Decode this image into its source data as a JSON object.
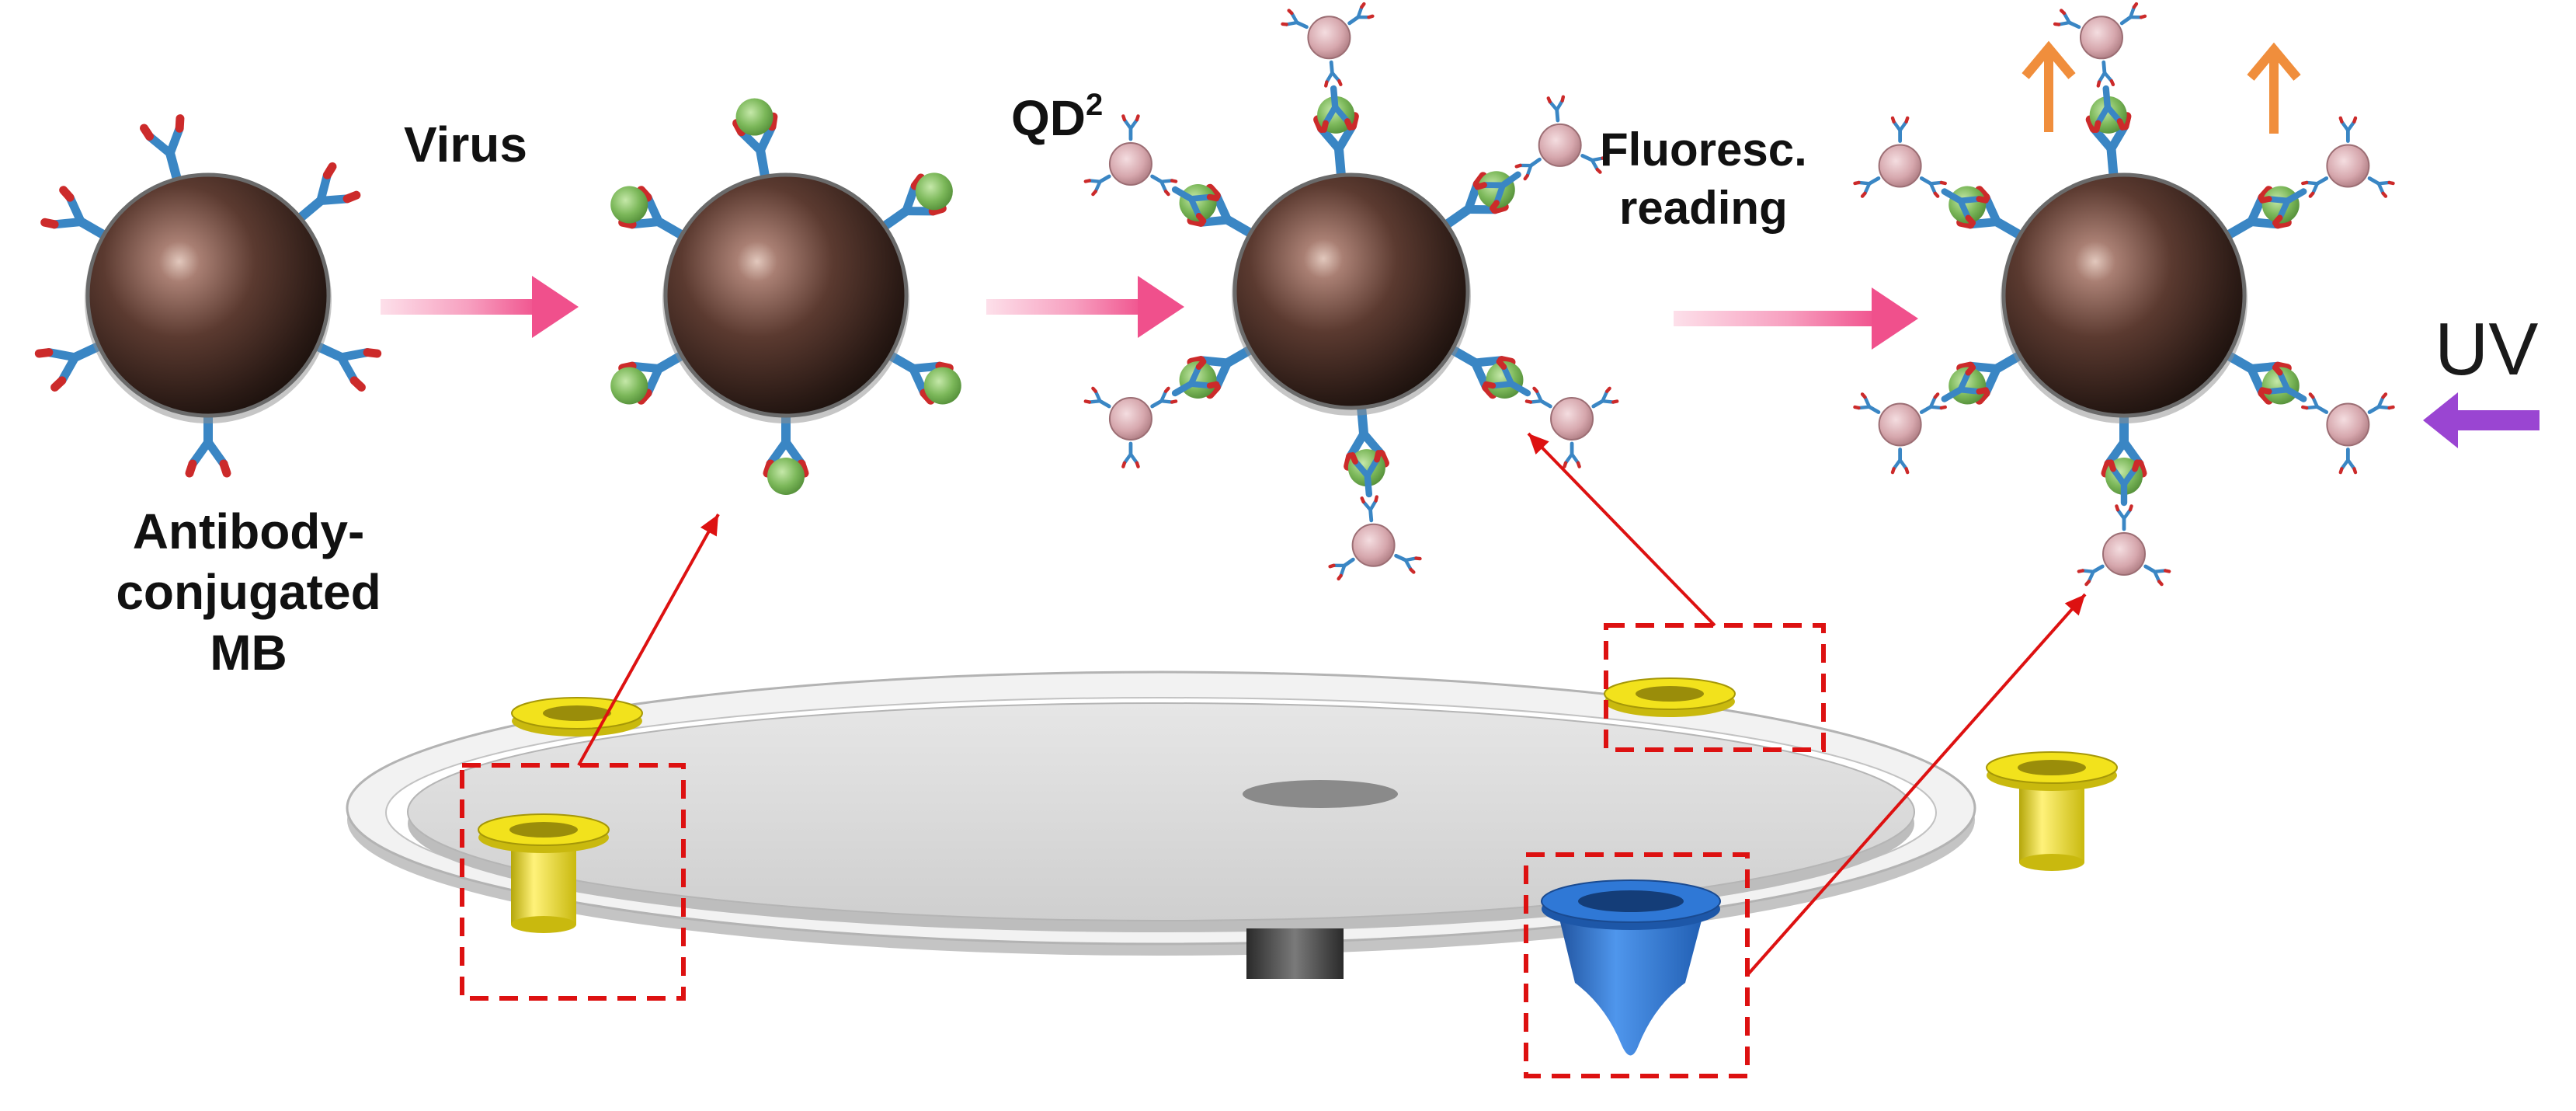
{
  "labels": {
    "virus": "Virus",
    "qd_base": "QD",
    "qd_sup": "2",
    "fluor_line1": "Fluoresc.",
    "fluor_line2": "reading",
    "mb_line1": "Antibody-",
    "mb_line2": "conjugated",
    "mb_line3": "MB",
    "uv": "UV"
  },
  "colors": {
    "process_arrow": "#f0508c",
    "pointer_line": "#dd1111",
    "highlight_box": "#dd1111",
    "uv_arrow": "#9a45d2",
    "emission_arrow": "#f08e3c",
    "chamber_yellow": "#f2e21c",
    "chamber_blue": "#2f78d6",
    "disc_gray": "#d8d8d8",
    "antibody_blue": "#3a86c4",
    "antibody_tip_red": "#cc2a2a",
    "virus_green": "#7cb85a",
    "quantum_dot_pink": "#d6a7ad"
  },
  "stages": [
    {
      "step": "antibody-conjugated-mb",
      "virus_bound": false,
      "qd_bound": false
    },
    {
      "step": "virus-capture",
      "virus_bound": true,
      "qd_bound": false
    },
    {
      "step": "qd2-labeling",
      "virus_bound": true,
      "qd_bound": true
    },
    {
      "step": "fluorescence-reading",
      "virus_bound": true,
      "qd_bound": true
    }
  ]
}
